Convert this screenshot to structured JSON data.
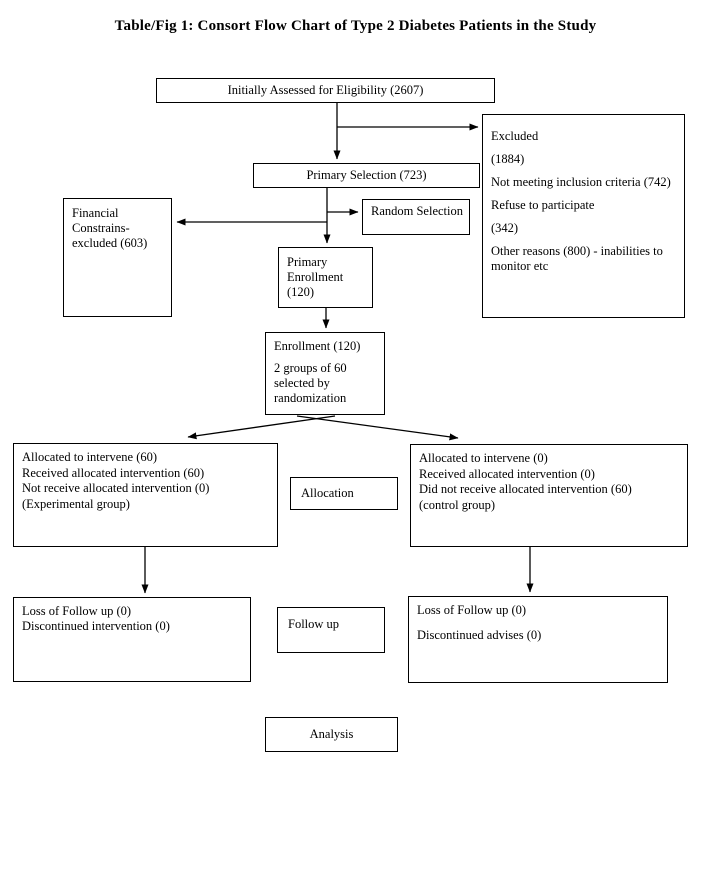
{
  "title": "Table/Fig 1: Consort Flow Chart of Type 2 Diabetes Patients in the Study",
  "nodes": {
    "initially_assessed": {
      "label": "Initially Assessed for Eligibility (2607)"
    },
    "excluded": {
      "lines": [
        "Excluded",
        "(1884)",
        "Not meeting inclusion criteria (742)",
        "Refuse to participate",
        "(342)",
        "Other reasons (800) - inabilities to monitor etc"
      ]
    },
    "primary_selection": {
      "label": "Primary Selection (723)"
    },
    "financial_constraints": {
      "label": "Financial Constrains- excluded (603)"
    },
    "random_selection": {
      "label": "Random Selection"
    },
    "primary_enrollment": {
      "label": "Primary Enrollment (120)"
    },
    "enrollment": {
      "lines": [
        "Enrollment (120)",
        "2 groups of 60 selected by randomization"
      ]
    },
    "allocated_experimental": {
      "lines": [
        "Allocated to intervene (60)",
        "Received allocated intervention (60)",
        "Not receive allocated intervention (0)",
        "(Experimental group)"
      ]
    },
    "allocation_label": {
      "label": "Allocation"
    },
    "allocated_control": {
      "lines": [
        "Allocated to intervene (0)",
        "Received allocated intervention (0)",
        "Did not receive allocated intervention (60)",
        "(control group)"
      ]
    },
    "followup_experimental": {
      "lines": [
        "Loss of Follow up (0)",
        "Discontinued intervention (0)"
      ]
    },
    "followup_label": {
      "label": "Follow up"
    },
    "followup_control": {
      "lines": [
        "Loss of Follow up (0)",
        "Discontinued advises (0)"
      ]
    },
    "analysis_label": {
      "label": "Analysis"
    }
  },
  "colors": {
    "line": "#000000",
    "box_border": "#000000",
    "background": "#ffffff"
  }
}
